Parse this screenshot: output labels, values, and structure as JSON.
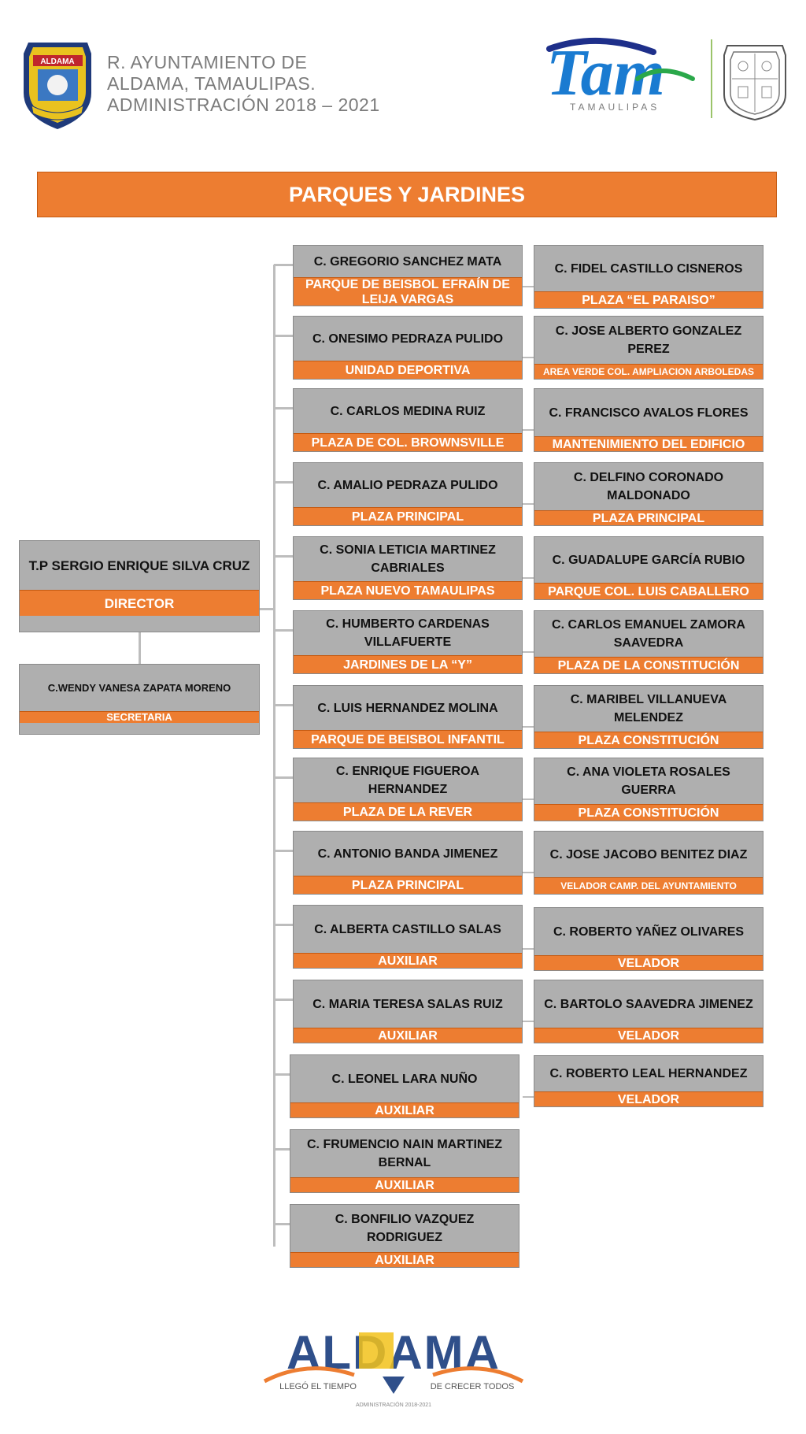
{
  "header": {
    "line1": "R. AYUNTAMIENTO DE",
    "line2": "ALDAMA, TAMAULIPAS.",
    "line3": "ADMINISTRACIÓN  2018 – 2021",
    "crest_text": "ALDAMA",
    "tam_logo": "Tam",
    "tam_subtitle": "TAMAULIPAS"
  },
  "title": "PARQUES Y JARDINES",
  "director": {
    "name": "T.P SERGIO ENRIQUE SILVA CRUZ",
    "role": "DIRECTOR"
  },
  "secretary": {
    "name": "C.WENDY VANESA ZAPATA MORENO",
    "role": "SECRETARIA"
  },
  "left_column": [
    {
      "name": "C. GREGORIO SANCHEZ MATA",
      "role": "PARQUE DE BEISBOL EFRAÍN DE LEIJA VARGAS"
    },
    {
      "name": "C. ONESIMO PEDRAZA PULIDO",
      "role": "UNIDAD DEPORTIVA"
    },
    {
      "name": "C. CARLOS MEDINA RUIZ",
      "role": "PLAZA DE COL. BROWNSVILLE"
    },
    {
      "name": "C. AMALIO PEDRAZA PULIDO",
      "role": "PLAZA PRINCIPAL"
    },
    {
      "name": "C. SONIA LETICIA MARTINEZ CABRIALES",
      "role": "PLAZA NUEVO TAMAULIPAS"
    },
    {
      "name": "C. HUMBERTO CARDENAS VILLAFUERTE",
      "role": "JARDINES DE LA “Y”"
    },
    {
      "name": "C. LUIS HERNANDEZ MOLINA",
      "role": "PARQUE DE BEISBOL INFANTIL"
    },
    {
      "name": "C. ENRIQUE FIGUEROA HERNANDEZ",
      "role": "PLAZA DE LA REVER"
    },
    {
      "name": "C. ANTONIO BANDA JIMENEZ",
      "role": "PLAZA PRINCIPAL"
    },
    {
      "name": "C. ALBERTA CASTILLO SALAS",
      "role": "AUXILIAR"
    },
    {
      "name": "C. MARIA TERESA SALAS RUIZ",
      "role": "AUXILIAR"
    },
    {
      "name": "C. LEONEL LARA NUÑO",
      "role": "AUXILIAR"
    },
    {
      "name": "C. FRUMENCIO  NAIN MARTINEZ BERNAL",
      "role": "AUXILIAR"
    },
    {
      "name": "C. BONFILIO VAZQUEZ RODRIGUEZ",
      "role": "AUXILIAR"
    }
  ],
  "right_column": [
    {
      "name": "C. FIDEL CASTILLO CISNEROS",
      "role": "PLAZA “EL PARAISO”"
    },
    {
      "name": "C. JOSE ALBERTO GONZALEZ PEREZ",
      "role": "AREA VERDE COL. AMPLIACION ARBOLEDAS"
    },
    {
      "name": "C. FRANCISCO AVALOS FLORES",
      "role": "MANTENIMIENTO DEL EDIFICIO"
    },
    {
      "name": "C. DELFINO CORONADO MALDONADO",
      "role": "PLAZA PRINCIPAL"
    },
    {
      "name": "C. GUADALUPE GARCÍA RUBIO",
      "role": "PARQUE COL. LUIS CABALLERO"
    },
    {
      "name": "C. CARLOS EMANUEL ZAMORA SAAVEDRA",
      "role": "PLAZA DE LA CONSTITUCIÓN"
    },
    {
      "name": "C. MARIBEL VILLANUEVA MELENDEZ",
      "role": "PLAZA CONSTITUCIÓN"
    },
    {
      "name": "C. ANA VIOLETA ROSALES GUERRA",
      "role": "PLAZA CONSTITUCIÓN"
    },
    {
      "name": "C. JOSE JACOBO BENITEZ DIAZ",
      "role": "VELADOR CAMP. DEL AYUNTAMIENTO"
    },
    {
      "name": "C. ROBERTO YAÑEZ OLIVARES",
      "role": "VELADOR"
    },
    {
      "name": "C. BARTOLO SAAVEDRA JIMENEZ",
      "role": "VELADOR"
    },
    {
      "name": "C. ROBERTO LEAL HERNANDEZ",
      "role": "VELADOR"
    }
  ],
  "footer": {
    "logo": "ALDAMA",
    "tagline_left": "LLEGÓ EL TIEMPO",
    "tagline_right": "DE CRECER TODOS",
    "admin": "ADMINISTRACIÓN 2018-2021"
  },
  "colors": {
    "orange": "#ed7d31",
    "box_gray": "#afafaf",
    "line_gray": "#bdbdbd"
  }
}
